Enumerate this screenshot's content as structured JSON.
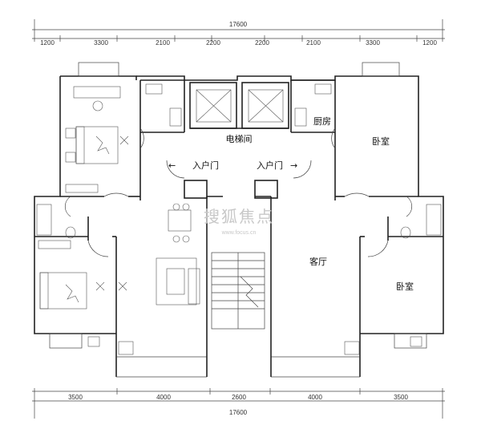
{
  "dimensions": {
    "top_total": "17600",
    "top_segments": [
      "1200",
      "3300",
      "2100",
      "2200",
      "2200",
      "2100",
      "3300",
      "1200"
    ],
    "bottom_total": "17600",
    "bottom_segments": [
      "3500",
      "4000",
      "2600",
      "4000",
      "3500"
    ]
  },
  "rooms": {
    "elevator_hall": "电梯间",
    "kitchen": "厨房",
    "bedroom_right_top": "卧室",
    "bedroom_right_bottom": "卧室",
    "living_room": "客厅",
    "entry_left": "入户门",
    "entry_right": "入户门",
    "entry_left_arrow": "←",
    "entry_right_arrow": "→"
  },
  "watermark": {
    "text": "搜狐焦点",
    "subtext": "www.focus.cn"
  },
  "colors": {
    "wall": "#222222",
    "line": "#444444",
    "background": "#ffffff"
  }
}
